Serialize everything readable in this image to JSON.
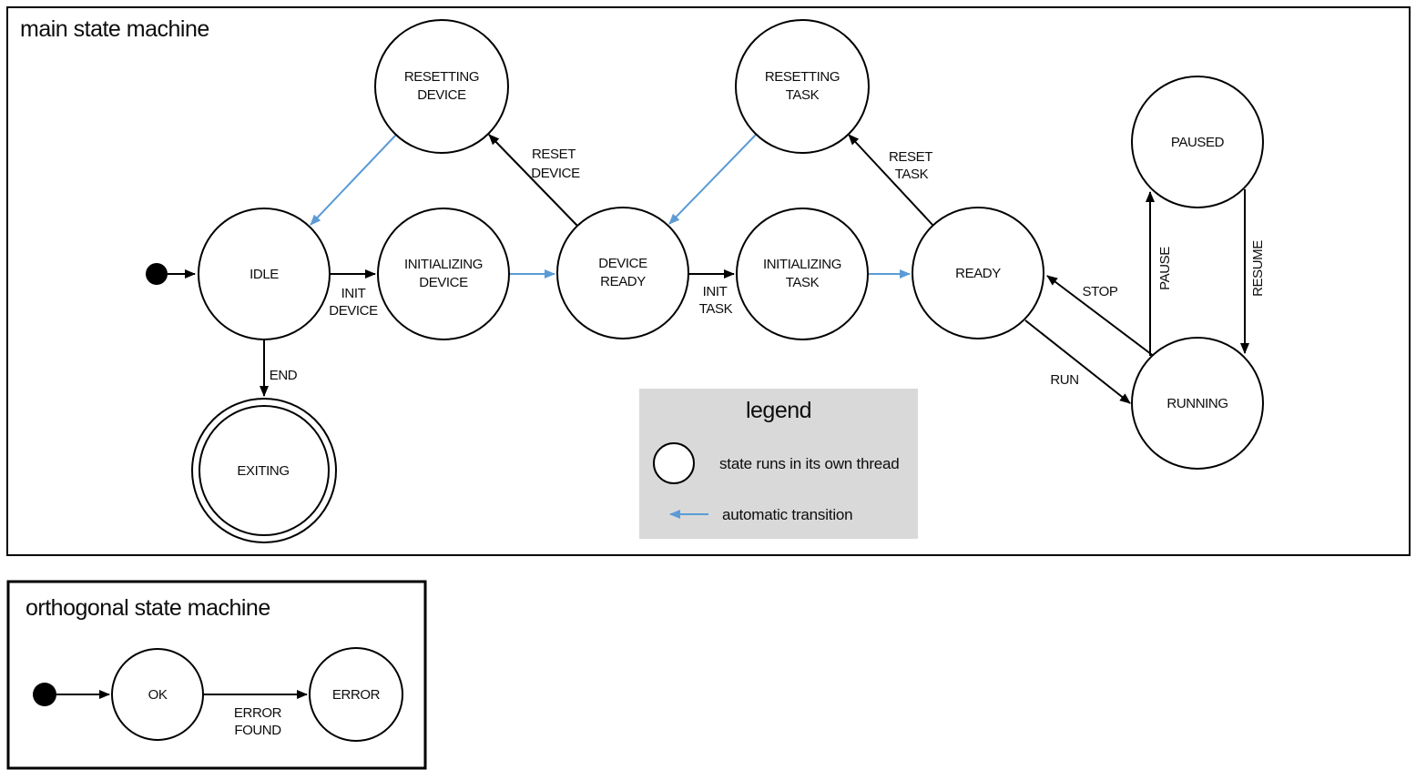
{
  "colors": {
    "threaded_state_fill": "#b4c7e7",
    "automatic_transition": "#5b9bd5",
    "legend_background": "#d9d9d9",
    "outline": "#000000"
  },
  "main_machine": {
    "title": "main state machine",
    "states": {
      "idle": {
        "label": "IDLE"
      },
      "resetting_device": {
        "line1": "RESETTING",
        "line2": "DEVICE"
      },
      "initializing_device": {
        "line1": "INITIALIZING",
        "line2": "DEVICE"
      },
      "device_ready": {
        "line1": "DEVICE",
        "line2": "READY"
      },
      "resetting_task": {
        "line1": "RESETTING",
        "line2": "TASK"
      },
      "initializing_task": {
        "line1": "INITIALIZING",
        "line2": "TASK"
      },
      "ready": {
        "label": "READY"
      },
      "paused": {
        "label": "PAUSED"
      },
      "running": {
        "label": "RUNNING"
      },
      "exiting": {
        "label": "EXITING"
      }
    },
    "transitions": {
      "init_device": {
        "line1": "INIT",
        "line2": "DEVICE"
      },
      "reset_device": {
        "line1": "RESET",
        "line2": "DEVICE"
      },
      "init_task": {
        "line1": "INIT",
        "line2": "TASK"
      },
      "reset_task": {
        "line1": "RESET",
        "line2": "TASK"
      },
      "stop": {
        "label": "STOP"
      },
      "run": {
        "label": "RUN"
      },
      "pause": {
        "label": "PAUSE"
      },
      "resume": {
        "label": "RESUME"
      },
      "end": {
        "label": "END"
      }
    }
  },
  "legend": {
    "title": "legend",
    "threaded_item": "state runs in its own thread",
    "automatic_item": "automatic transition"
  },
  "orthogonal_machine": {
    "title": "orthogonal state machine",
    "states": {
      "ok": {
        "label": "OK"
      },
      "error": {
        "label": "ERROR"
      }
    },
    "transitions": {
      "error_found": {
        "line1": "ERROR",
        "line2": "FOUND"
      }
    }
  }
}
